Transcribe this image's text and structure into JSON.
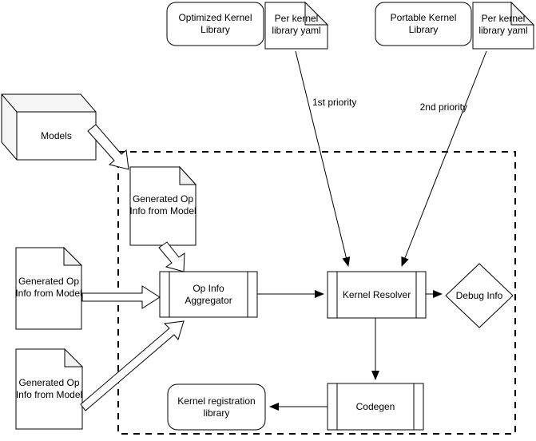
{
  "diagram": {
    "nodes": {
      "optimized_kernel_library": "Optimized Kernel Library",
      "per_kernel_yaml_optimized": "Per kernel library yaml",
      "portable_kernel_library": "Portable Kernel Library",
      "per_kernel_yaml_portable": "Per kernel library yaml",
      "models": "Models",
      "generated_op_info_top": "Generated Op Info from Model",
      "generated_op_info_mid": "Generated Op Info from Model",
      "generated_op_info_bottom": "Generated Op Info from Model",
      "op_info_aggregator": "Op Info Aggregator",
      "kernel_resolver": "Kernel Resolver",
      "debug_info": "Debug Info",
      "codegen": "Codegen",
      "kernel_registration_library": "Kernel registration library"
    },
    "edge_labels": {
      "first_priority": "1st priority",
      "second_priority": "2nd priority"
    },
    "colors": {
      "stroke": "#000000",
      "shape_fill": "#ffffff",
      "fold_fill": "#f2f2f2",
      "cube_face_fill": "#f5f5f5",
      "background": "#ffffff"
    }
  }
}
